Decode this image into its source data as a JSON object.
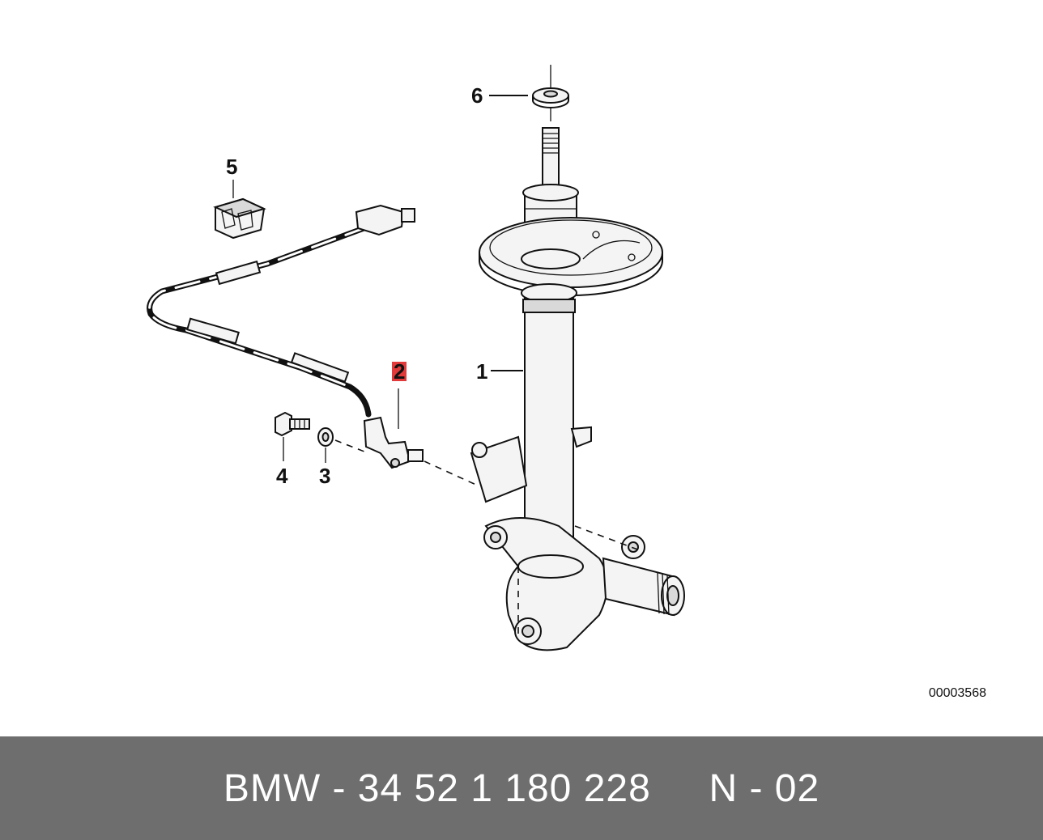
{
  "callouts": {
    "c1": "1",
    "c2": "2",
    "c3": "3",
    "c4": "4",
    "c5": "5",
    "c6": "6"
  },
  "highlight_color": "#e23a3a",
  "drawing_id": "00003568",
  "footer": {
    "text": "BMW - 34 52 1 180 228     N - 02"
  }
}
